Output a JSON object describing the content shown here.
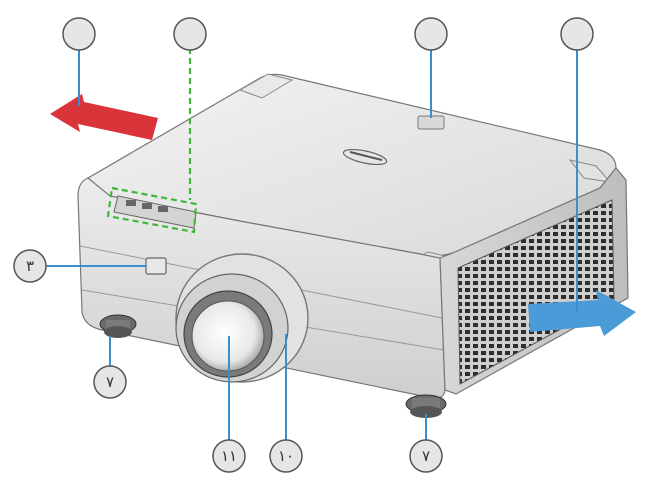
{
  "callouts": [
    {
      "id": "top-left-exhaust",
      "label": ""
    },
    {
      "id": "top-keypad",
      "label": ""
    },
    {
      "id": "top-ir-receiver",
      "label": ""
    },
    {
      "id": "top-right-intake",
      "label": ""
    },
    {
      "id": "front-ir-receiver",
      "label": "٣"
    },
    {
      "id": "foot-left",
      "label": "٧"
    },
    {
      "id": "lens",
      "label": "١١"
    },
    {
      "id": "focus-ring",
      "label": "١٠"
    },
    {
      "id": "foot-right",
      "label": "٧"
    }
  ],
  "colors": {
    "exhaust_arrow": "#d8343a",
    "intake_arrow": "#4b9bd8",
    "keypad_highlight": "#3fb83a",
    "callout_fill": "#e6e6e6",
    "callout_stroke": "#555555",
    "leader_line": "#3a8fd0"
  },
  "icons": [
    "exhaust-arrow-icon",
    "intake-arrow-icon",
    "projector-logo-icon"
  ]
}
